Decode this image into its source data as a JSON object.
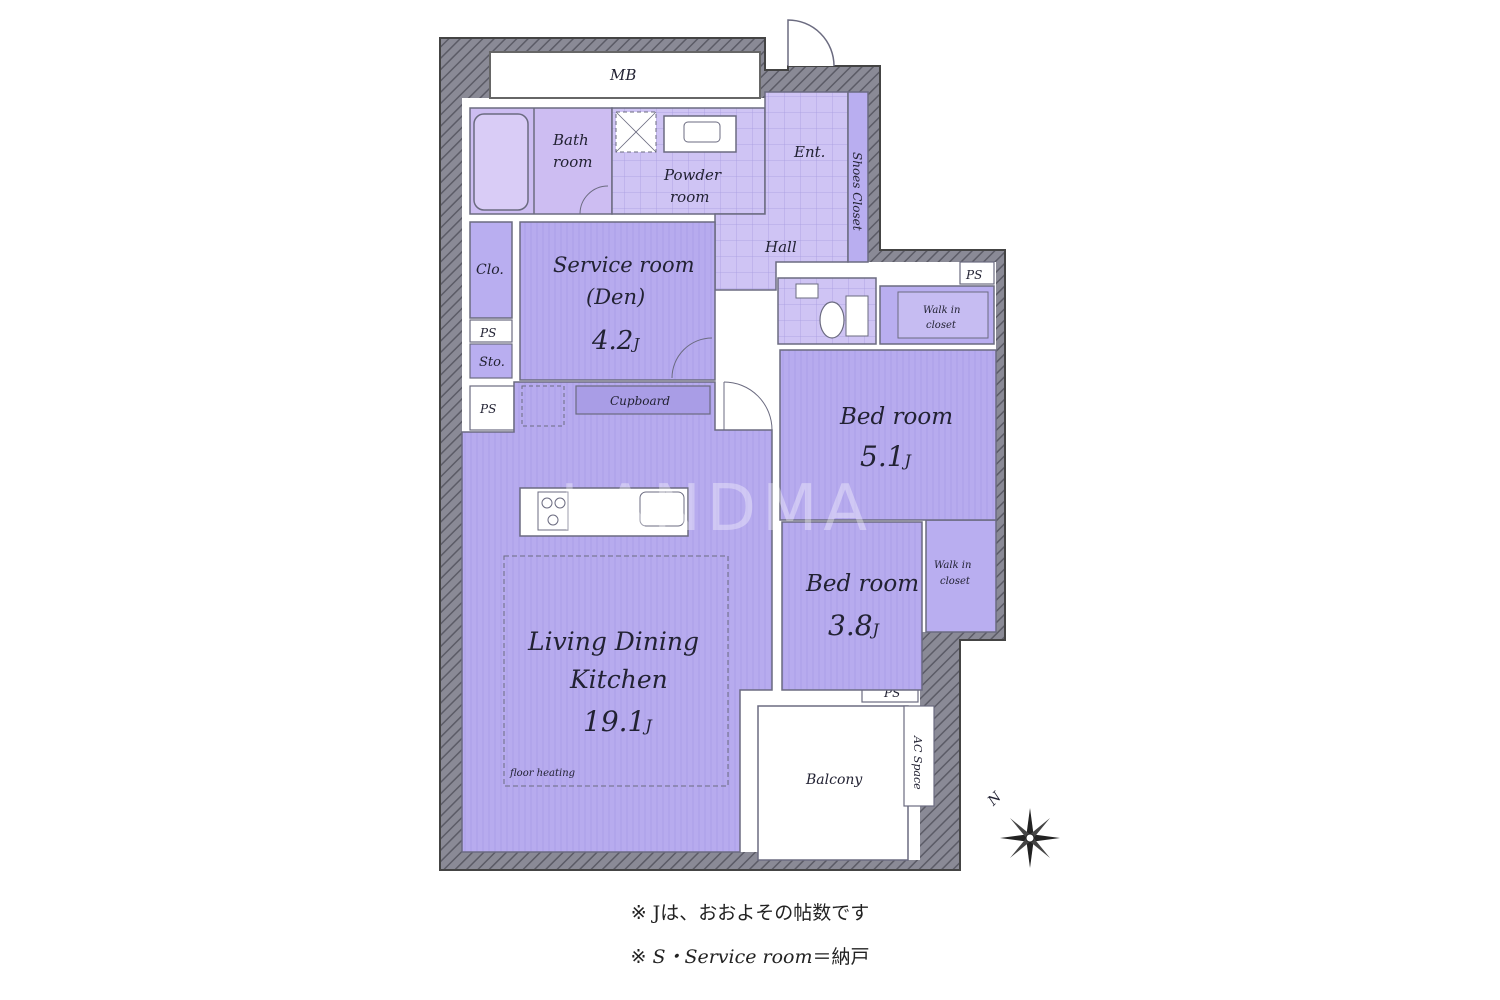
{
  "plan": {
    "watermark": "LANDMA",
    "rooms": {
      "mb": "MB",
      "bath_line1": "Bath",
      "bath_line2": "room",
      "powder_line1": "Powder",
      "powder_line2": "room",
      "entrance": "Ent.",
      "shoes_closet": "Shoes Closet",
      "hall": "Hall",
      "clo": "Clo.",
      "service_line1": "Service room",
      "service_line2": "(Den)",
      "service_size": "4.2",
      "unit": "J",
      "ps": "PS",
      "sto": "Sto.",
      "cupboard": "Cupboard",
      "walkin_line1": "Walk in",
      "walkin_line2": "closet",
      "bed1_name": "Bed room",
      "bed1_size": "5.1",
      "bed2_name": "Bed room",
      "bed2_size": "3.8",
      "ldk_line1": "Living Dining",
      "ldk_line2": "Kitchen",
      "ldk_size": "19.1",
      "floor_heating": "floor heating",
      "balcony": "Balcony",
      "ac_space": "AC Space",
      "north": "N"
    }
  },
  "notes": {
    "note1": "※ Jは、おおよその帖数です",
    "note2_prefix": "※",
    "note2_s": "S・Service room",
    "note2_suffix": "＝納戸"
  },
  "colors": {
    "room_fill": "#b9aef0",
    "room_light": "#d3cbf6",
    "wet_fill": "#cdbdf2",
    "wall": "#555566",
    "outline": "#6b6b80"
  }
}
